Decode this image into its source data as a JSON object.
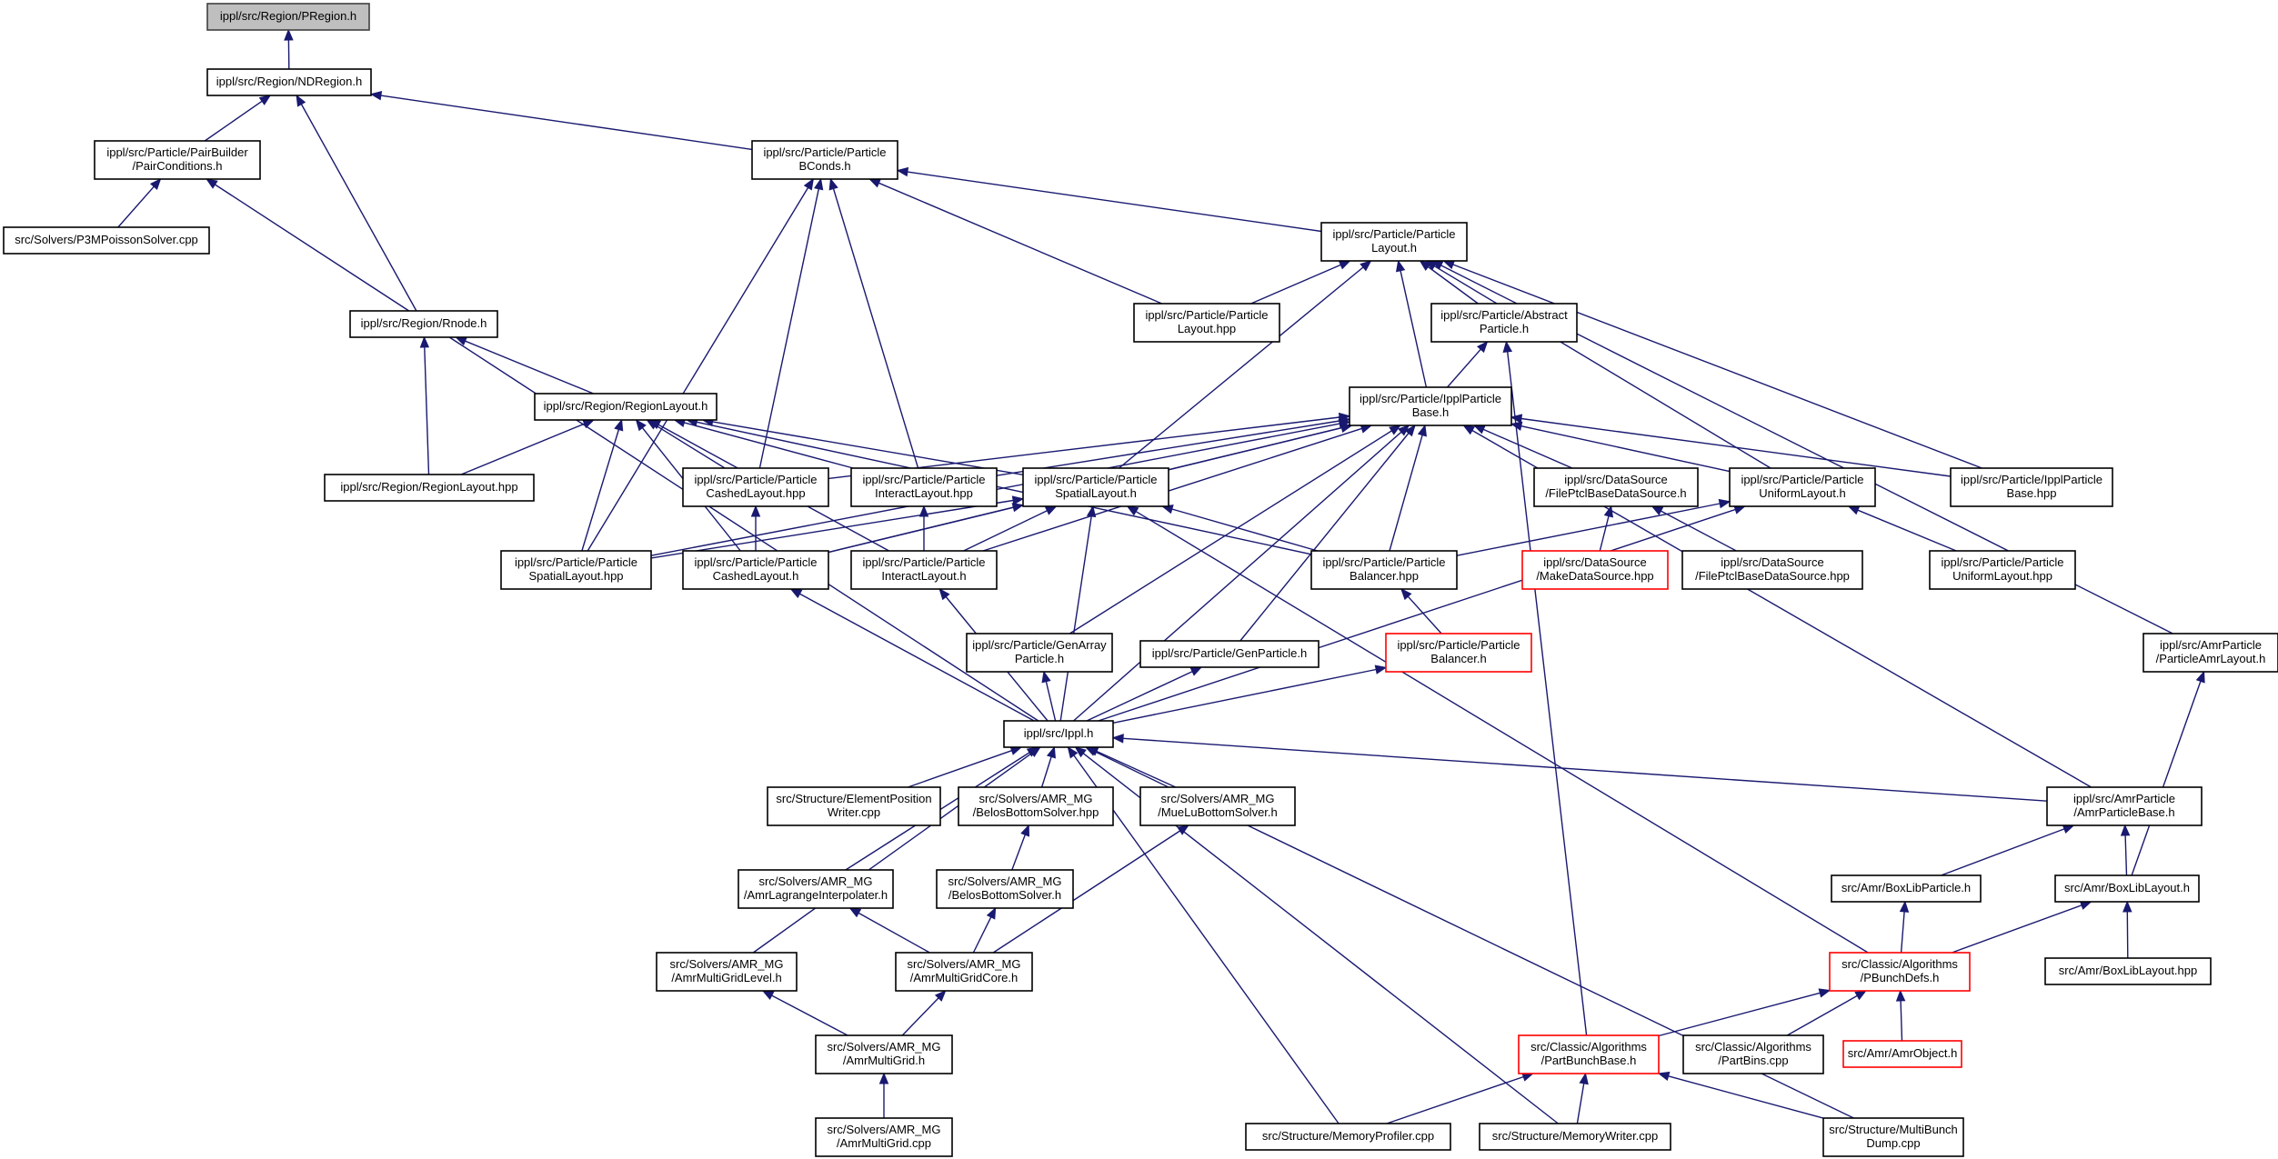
{
  "diagram": {
    "edge_color": "#191970",
    "root_fill": "#bfbfbf",
    "node_border": "#000000",
    "truncated_border": "#ff0000",
    "nodes": [
      {
        "id": "n_pregion",
        "lines": [
          "ippl/src/Region/PRegion.h"
        ],
        "root": true
      },
      {
        "id": "n_ndregion",
        "lines": [
          "ippl/src/Region/NDRegion.h"
        ]
      },
      {
        "id": "n_pairbuilder",
        "lines": [
          "ippl/src/Particle/PairBuilder",
          "/PairConditions.h"
        ]
      },
      {
        "id": "n_bconds",
        "lines": [
          "ippl/src/Particle/Particle",
          "BConds.h"
        ]
      },
      {
        "id": "n_p3m",
        "lines": [
          "src/Solvers/P3MPoissonSolver.cpp"
        ]
      },
      {
        "id": "n_playout_h",
        "lines": [
          "ippl/src/Particle/Particle",
          "Layout.h"
        ]
      },
      {
        "id": "n_rnode",
        "lines": [
          "ippl/src/Region/Rnode.h"
        ]
      },
      {
        "id": "n_playout_hpp",
        "lines": [
          "ippl/src/Particle/Particle",
          "Layout.hpp"
        ]
      },
      {
        "id": "n_abstract",
        "lines": [
          "ippl/src/Particle/Abstract",
          "Particle.h"
        ]
      },
      {
        "id": "n_regionlayout_h",
        "lines": [
          "ippl/src/Region/RegionLayout.h"
        ]
      },
      {
        "id": "n_ipplbase_h",
        "lines": [
          "ippl/src/Particle/IpplParticle",
          "Base.h"
        ]
      },
      {
        "id": "n_regionlayout_hpp",
        "lines": [
          "ippl/src/Region/RegionLayout.hpp"
        ]
      },
      {
        "id": "n_cashed_hpp",
        "lines": [
          "ippl/src/Particle/Particle",
          "CashedLayout.hpp"
        ]
      },
      {
        "id": "n_interact_hpp",
        "lines": [
          "ippl/src/Particle/Particle",
          "InteractLayout.hpp"
        ]
      },
      {
        "id": "n_spatial_h",
        "lines": [
          "ippl/src/Particle/Particle",
          "SpatialLayout.h"
        ]
      },
      {
        "id": "n_filepcl_h",
        "lines": [
          "ippl/src/DataSource",
          "/FilePtclBaseDataSource.h"
        ]
      },
      {
        "id": "n_uniform_h",
        "lines": [
          "ippl/src/Particle/Particle",
          "UniformLayout.h"
        ]
      },
      {
        "id": "n_ipplbase_hpp",
        "lines": [
          "ippl/src/Particle/IpplParticle",
          "Base.hpp"
        ]
      },
      {
        "id": "n_spatial_hpp",
        "lines": [
          "ippl/src/Particle/Particle",
          "SpatialLayout.hpp"
        ]
      },
      {
        "id": "n_cashed_h",
        "lines": [
          "ippl/src/Particle/Particle",
          "CashedLayout.h"
        ]
      },
      {
        "id": "n_interact_h",
        "lines": [
          "ippl/src/Particle/Particle",
          "InteractLayout.h"
        ]
      },
      {
        "id": "n_balancer_hpp",
        "lines": [
          "ippl/src/Particle/Particle",
          "Balancer.hpp"
        ]
      },
      {
        "id": "n_makeds",
        "lines": [
          "ippl/src/DataSource",
          "/MakeDataSource.hpp"
        ],
        "truncated": true
      },
      {
        "id": "n_filepcl_hpp",
        "lines": [
          "ippl/src/DataSource",
          "/FilePtclBaseDataSource.hpp"
        ]
      },
      {
        "id": "n_uniform_hpp",
        "lines": [
          "ippl/src/Particle/Particle",
          "UniformLayout.hpp"
        ]
      },
      {
        "id": "n_genarray",
        "lines": [
          "ippl/src/Particle/GenArray",
          "Particle.h"
        ]
      },
      {
        "id": "n_genparticle",
        "lines": [
          "ippl/src/Particle/GenParticle.h"
        ]
      },
      {
        "id": "n_balancer_h",
        "lines": [
          "ippl/src/Particle/Particle",
          "Balancer.h"
        ],
        "truncated": true
      },
      {
        "id": "n_amrlayout",
        "lines": [
          "ippl/src/AmrParticle",
          "/ParticleAmrLayout.h"
        ]
      },
      {
        "id": "n_ippl",
        "lines": [
          "ippl/src/Ippl.h"
        ]
      },
      {
        "id": "n_elempos",
        "lines": [
          "src/Structure/ElementPosition",
          "Writer.cpp"
        ]
      },
      {
        "id": "n_belos_hpp",
        "lines": [
          "src/Solvers/AMR_MG",
          "/BelosBottomSolver.hpp"
        ]
      },
      {
        "id": "n_muelu",
        "lines": [
          "src/Solvers/AMR_MG",
          "/MueLuBottomSolver.h"
        ]
      },
      {
        "id": "n_amrbase",
        "lines": [
          "ippl/src/AmrParticle",
          "/AmrParticleBase.h"
        ]
      },
      {
        "id": "n_lagrange",
        "lines": [
          "src/Solvers/AMR_MG",
          "/AmrLagrangeInterpolater.h"
        ]
      },
      {
        "id": "n_belos_h",
        "lines": [
          "src/Solvers/AMR_MG",
          "/BelosBottomSolver.h"
        ]
      },
      {
        "id": "n_boxlibparticle",
        "lines": [
          "src/Amr/BoxLibParticle.h"
        ]
      },
      {
        "id": "n_boxliblayout_h",
        "lines": [
          "src/Amr/BoxLibLayout.h"
        ]
      },
      {
        "id": "n_gridlevel",
        "lines": [
          "src/Solvers/AMR_MG",
          "/AmrMultiGridLevel.h"
        ]
      },
      {
        "id": "n_gridcore",
        "lines": [
          "src/Solvers/AMR_MG",
          "/AmrMultiGridCore.h"
        ]
      },
      {
        "id": "n_pbunchdefs",
        "lines": [
          "src/Classic/Algorithms",
          "/PBunchDefs.h"
        ],
        "truncated": true
      },
      {
        "id": "n_boxliblayout_hpp",
        "lines": [
          "src/Amr/BoxLibLayout.hpp"
        ]
      },
      {
        "id": "n_multigrid_h",
        "lines": [
          "src/Solvers/AMR_MG",
          "/AmrMultiGrid.h"
        ]
      },
      {
        "id": "n_partbunch",
        "lines": [
          "src/Classic/Algorithms",
          "/PartBunchBase.h"
        ],
        "truncated": true
      },
      {
        "id": "n_partbins",
        "lines": [
          "src/Classic/Algorithms",
          "/PartBins.cpp"
        ]
      },
      {
        "id": "n_amrobject",
        "lines": [
          "src/Amr/AmrObject.h"
        ],
        "truncated": true
      },
      {
        "id": "n_multigrid_cpp",
        "lines": [
          "src/Solvers/AMR_MG",
          "/AmrMultiGrid.cpp"
        ]
      },
      {
        "id": "n_memprofiler",
        "lines": [
          "src/Structure/MemoryProfiler.cpp"
        ]
      },
      {
        "id": "n_memwriter",
        "lines": [
          "src/Structure/MemoryWriter.cpp"
        ]
      },
      {
        "id": "n_multibunch",
        "lines": [
          "src/Structure/MultiBunch",
          "Dump.cpp"
        ]
      }
    ],
    "edges": [
      [
        "n_ndregion",
        "n_pregion"
      ],
      [
        "n_pairbuilder",
        "n_ndregion"
      ],
      [
        "n_bconds",
        "n_ndregion"
      ],
      [
        "n_rnode",
        "n_ndregion"
      ],
      [
        "n_p3m",
        "n_pairbuilder"
      ],
      [
        "n_ippl",
        "n_pairbuilder"
      ],
      [
        "n_playout_h",
        "n_bconds"
      ],
      [
        "n_playout_hpp",
        "n_bconds"
      ],
      [
        "n_spatial_hpp",
        "n_bconds"
      ],
      [
        "n_cashed_hpp",
        "n_bconds"
      ],
      [
        "n_interact_hpp",
        "n_bconds"
      ],
      [
        "n_playout_hpp",
        "n_playout_h"
      ],
      [
        "n_abstract",
        "n_playout_h"
      ],
      [
        "n_ipplbase_h",
        "n_playout_h"
      ],
      [
        "n_spatial_h",
        "n_playout_h"
      ],
      [
        "n_uniform_h",
        "n_playout_h"
      ],
      [
        "n_ipplbase_hpp",
        "n_playout_h"
      ],
      [
        "n_amrlayout",
        "n_playout_h"
      ],
      [
        "n_regionlayout_h",
        "n_rnode"
      ],
      [
        "n_regionlayout_hpp",
        "n_rnode"
      ],
      [
        "n_ipplbase_h",
        "n_abstract"
      ],
      [
        "n_partbunch",
        "n_abstract"
      ],
      [
        "n_regionlayout_hpp",
        "n_regionlayout_h"
      ],
      [
        "n_cashed_hpp",
        "n_regionlayout_h"
      ],
      [
        "n_interact_hpp",
        "n_regionlayout_h"
      ],
      [
        "n_spatial_h",
        "n_regionlayout_h"
      ],
      [
        "n_spatial_hpp",
        "n_regionlayout_h"
      ],
      [
        "n_cashed_h",
        "n_regionlayout_h"
      ],
      [
        "n_interact_h",
        "n_regionlayout_h"
      ],
      [
        "n_balancer_hpp",
        "n_regionlayout_h"
      ],
      [
        "n_cashed_hpp",
        "n_ipplbase_h"
      ],
      [
        "n_interact_hpp",
        "n_ipplbase_h"
      ],
      [
        "n_spatial_h",
        "n_ipplbase_h"
      ],
      [
        "n_filepcl_h",
        "n_ipplbase_h"
      ],
      [
        "n_uniform_h",
        "n_ipplbase_h"
      ],
      [
        "n_ipplbase_hpp",
        "n_ipplbase_h"
      ],
      [
        "n_spatial_hpp",
        "n_ipplbase_h"
      ],
      [
        "n_cashed_h",
        "n_ipplbase_h"
      ],
      [
        "n_interact_h",
        "n_ipplbase_h"
      ],
      [
        "n_balancer_hpp",
        "n_ipplbase_h"
      ],
      [
        "n_genarray",
        "n_ipplbase_h"
      ],
      [
        "n_genparticle",
        "n_ipplbase_h"
      ],
      [
        "n_ippl",
        "n_ipplbase_h"
      ],
      [
        "n_amrbase",
        "n_ipplbase_h"
      ],
      [
        "n_cashed_h",
        "n_cashed_hpp"
      ],
      [
        "n_interact_h",
        "n_interact_hpp"
      ],
      [
        "n_spatial_hpp",
        "n_spatial_h"
      ],
      [
        "n_cashed_h",
        "n_spatial_h"
      ],
      [
        "n_interact_h",
        "n_spatial_h"
      ],
      [
        "n_balancer_hpp",
        "n_spatial_h"
      ],
      [
        "n_ippl",
        "n_spatial_h"
      ],
      [
        "n_pbunchdefs",
        "n_spatial_h"
      ],
      [
        "n_makeds",
        "n_filepcl_h"
      ],
      [
        "n_filepcl_hpp",
        "n_filepcl_h"
      ],
      [
        "n_uniform_hpp",
        "n_uniform_h"
      ],
      [
        "n_balancer_hpp",
        "n_uniform_h"
      ],
      [
        "n_ippl",
        "n_uniform_h"
      ],
      [
        "n_balancer_h",
        "n_balancer_hpp"
      ],
      [
        "n_ippl",
        "n_cashed_h"
      ],
      [
        "n_ippl",
        "n_interact_h"
      ],
      [
        "n_ippl",
        "n_genarray"
      ],
      [
        "n_ippl",
        "n_genparticle"
      ],
      [
        "n_ippl",
        "n_balancer_h"
      ],
      [
        "n_boxliblayout_h",
        "n_amrlayout"
      ],
      [
        "n_elempos",
        "n_ippl"
      ],
      [
        "n_belos_hpp",
        "n_ippl"
      ],
      [
        "n_muelu",
        "n_ippl"
      ],
      [
        "n_amrbase",
        "n_ippl"
      ],
      [
        "n_lagrange",
        "n_ippl"
      ],
      [
        "n_gridlevel",
        "n_ippl"
      ],
      [
        "n_memprofiler",
        "n_ippl"
      ],
      [
        "n_memwriter",
        "n_ippl"
      ],
      [
        "n_multibunch",
        "n_ippl"
      ],
      [
        "n_belos_h",
        "n_belos_hpp"
      ],
      [
        "n_gridcore",
        "n_muelu"
      ],
      [
        "n_boxlibparticle",
        "n_amrbase"
      ],
      [
        "n_boxliblayout_h",
        "n_amrbase"
      ],
      [
        "n_gridcore",
        "n_lagrange"
      ],
      [
        "n_gridcore",
        "n_belos_h"
      ],
      [
        "n_pbunchdefs",
        "n_boxlibparticle"
      ],
      [
        "n_pbunchdefs",
        "n_boxliblayout_h"
      ],
      [
        "n_boxliblayout_hpp",
        "n_boxliblayout_h"
      ],
      [
        "n_multigrid_h",
        "n_gridlevel"
      ],
      [
        "n_multigrid_h",
        "n_gridcore"
      ],
      [
        "n_partbunch",
        "n_pbunchdefs"
      ],
      [
        "n_partbins",
        "n_pbunchdefs"
      ],
      [
        "n_amrobject",
        "n_pbunchdefs"
      ],
      [
        "n_multigrid_cpp",
        "n_multigrid_h"
      ],
      [
        "n_memprofiler",
        "n_partbunch"
      ],
      [
        "n_memwriter",
        "n_partbunch"
      ],
      [
        "n_multibunch",
        "n_partbunch"
      ]
    ]
  }
}
